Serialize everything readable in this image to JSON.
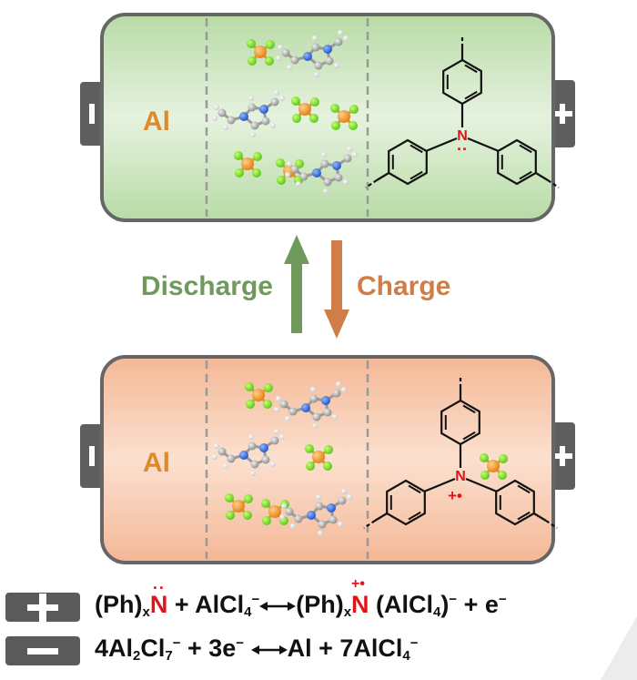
{
  "battery_top": {
    "anode_label": "Al",
    "cathode_lone_pair": "··",
    "plus_terminal": "+",
    "minus_terminal": "−"
  },
  "battery_bottom": {
    "anode_label": "Al",
    "cathode_radical": "+•",
    "plus_terminal": "+",
    "minus_terminal": "−"
  },
  "arrows": {
    "discharge_label": "Discharge",
    "charge_label": "Charge",
    "discharge_color": "#6f9a5c",
    "charge_color": "#cf7e47"
  },
  "equations": {
    "cathode": {
      "reactant_prefix": "(Ph)",
      "reactant_sub": "x",
      "reactant_n": "N",
      "reactant_dots": "··",
      "plus_anion": " + AlCl",
      "anion_sub": "4",
      "anion_sup": "−",
      "product_prefix": "(Ph)",
      "product_sub": "x",
      "product_n": "N",
      "product_mark": "+•",
      "product_anion": " (AlCl",
      "product_anion_sub": "4",
      "product_anion_close": ")",
      "product_anion_sup": "−",
      "electron": " + e",
      "electron_sup": "−"
    },
    "anode": {
      "part1": "4Al",
      "sub1": "2",
      "part2": "Cl",
      "sub2": "7",
      "sup2": "−",
      "part3": " + 3e",
      "sup3": "−",
      "product": "Al + 7AlCl",
      "product_sub": "4",
      "product_sup": "−"
    }
  },
  "colors": {
    "top_body": "#d8ebcf",
    "bottom_body": "#f7c9ad",
    "outline": "#666666",
    "terminal": "#5e5e5e",
    "al_text": "#dd8a2c",
    "nitrogen": "#e0151a"
  }
}
